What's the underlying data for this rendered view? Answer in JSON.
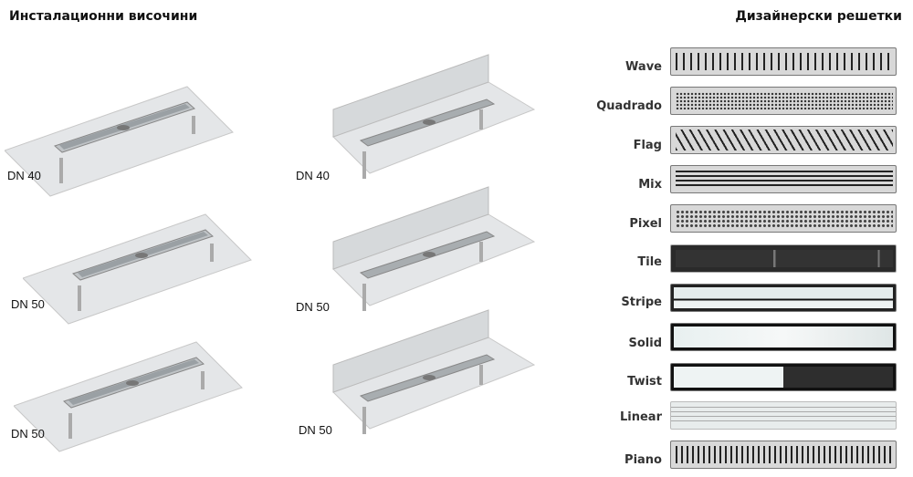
{
  "headings": {
    "left": "Инсталационни височини",
    "right": "Дизайнерски решетки"
  },
  "drains": [
    {
      "label": "DN 40",
      "type": "floor"
    },
    {
      "label": "DN 40",
      "type": "wall"
    },
    {
      "label": "DN 50",
      "type": "floor"
    },
    {
      "label": "DN 50",
      "type": "wall"
    },
    {
      "label": "DN 50",
      "type": "floor"
    },
    {
      "label": "DN 50",
      "type": "wall"
    }
  ],
  "grates": [
    "Wave",
    "Quadrado",
    "Flag",
    "Mix",
    "Pixel",
    "Tile",
    "Stripe",
    "Solid",
    "Twist",
    "Linear",
    "Piano"
  ]
}
